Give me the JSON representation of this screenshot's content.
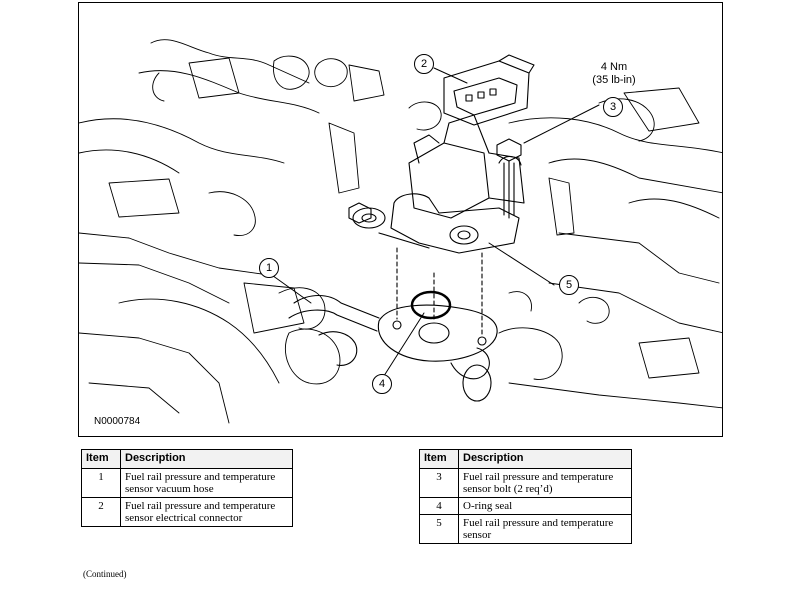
{
  "figure": {
    "id": "N0000784",
    "torque_spec": {
      "line1": "4 Nm",
      "line2": "(35 lb-in)"
    },
    "callouts": [
      "1",
      "2",
      "3",
      "4",
      "5"
    ]
  },
  "table_headers": {
    "item": "Item",
    "description": "Description"
  },
  "legend_left": [
    {
      "item": "1",
      "description": "Fuel rail pressure and temperature sensor vacuum hose"
    },
    {
      "item": "2",
      "description": "Fuel rail pressure and temperature sensor electrical connector"
    }
  ],
  "legend_right": [
    {
      "item": "3",
      "description": "Fuel rail pressure and temperature sensor bolt (2 req’d)"
    },
    {
      "item": "4",
      "description": "O-ring seal"
    },
    {
      "item": "5",
      "description": "Fuel rail pressure and temperature sensor"
    }
  ],
  "footer": {
    "continued": "(Continued)"
  }
}
